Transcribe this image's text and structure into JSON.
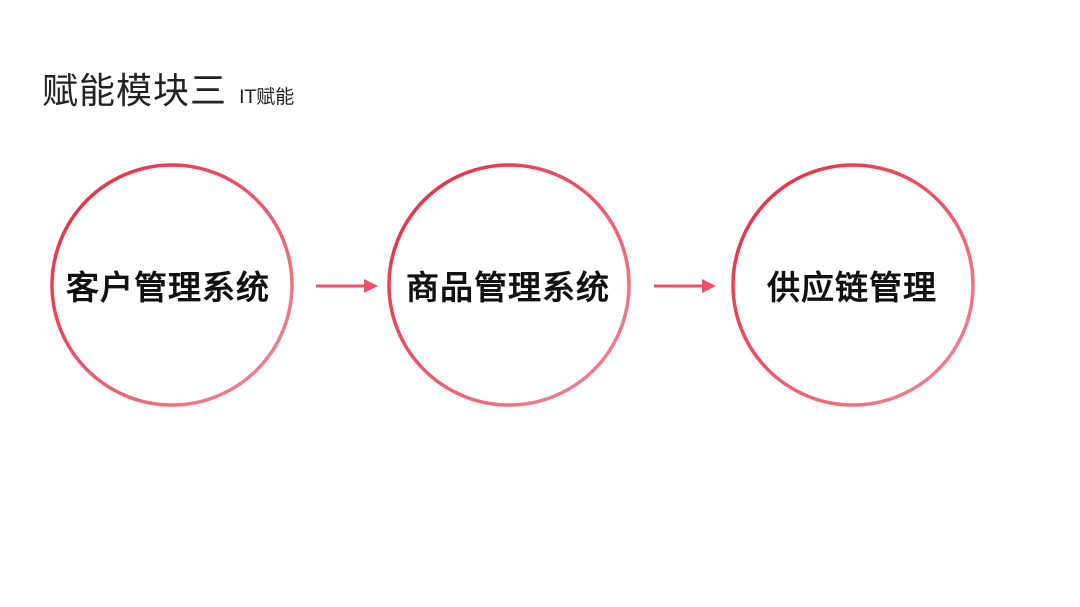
{
  "title": {
    "main": "赋能模块三",
    "sub": "IT赋能"
  },
  "nodes": [
    {
      "label": "客户管理系统"
    },
    {
      "label": "商品管理系统"
    },
    {
      "label": "供应链管理"
    }
  ],
  "colors": {
    "circle_stroke_start": "#e8263a",
    "circle_stroke_end": "#f08090",
    "arrow": "#f0506a",
    "text": "#111111"
  }
}
